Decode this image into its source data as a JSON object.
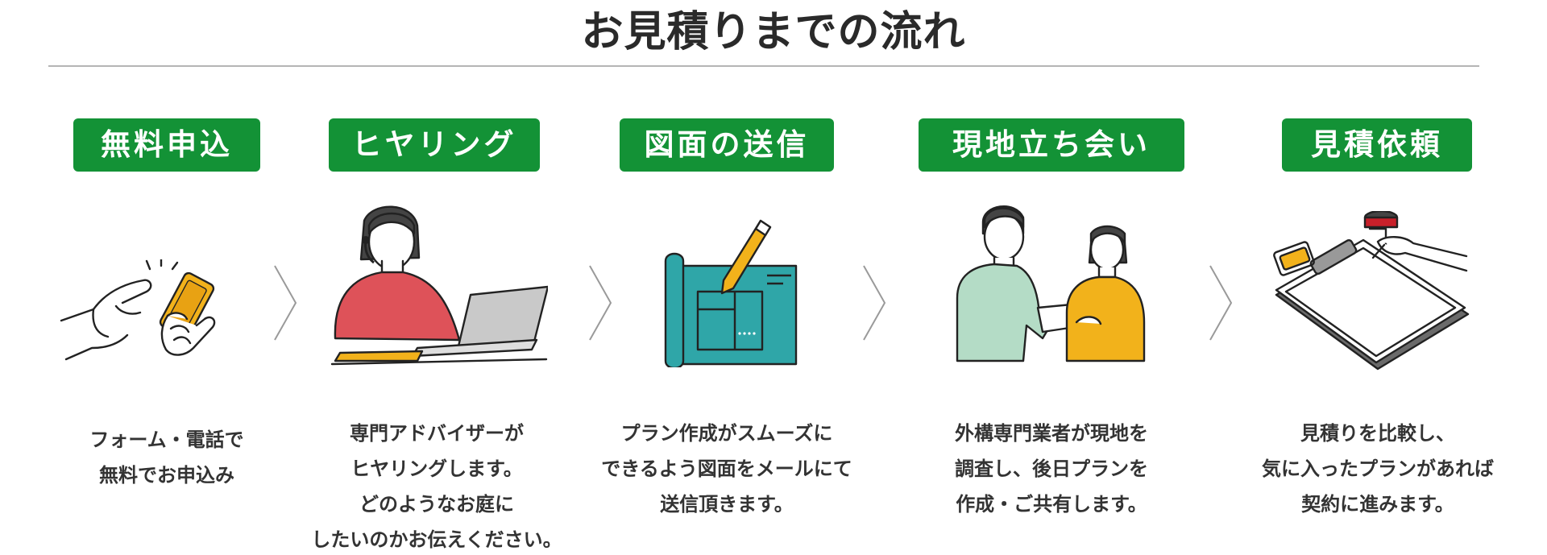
{
  "page": {
    "title": "お見積りまでの流れ"
  },
  "colors": {
    "badge_green": "#139236",
    "rule_gray": "#b5b5b5",
    "chevron_gray": "#9a9a9a"
  },
  "steps": [
    {
      "label": "無料申込",
      "icon": "smartphone-hand-icon",
      "lines": [
        "フォーム・電話で",
        "無料でお申込み"
      ]
    },
    {
      "label": "ヒヤリング",
      "icon": "headset-woman-laptop-icon",
      "lines": [
        "専門アドバイザーが",
        "ヒヤリングします。",
        "どのようなお庭に",
        "したいのかお伝えください。"
      ]
    },
    {
      "label": "図面の送信",
      "icon": "blueprint-pencil-icon",
      "lines": [
        "プラン作成がスムーズに",
        "できるよう図面をメールにて",
        "送信頂きます。"
      ]
    },
    {
      "label": "現地立ち会い",
      "icon": "onsite-meeting-icon",
      "lines": [
        "外構専門業者が現地を",
        "調査し、後日プランを",
        "作成・ご共有します。"
      ]
    },
    {
      "label": "見積依頼",
      "icon": "clipboard-stamp-icon",
      "lines": [
        "見積りを比較し、",
        "気に入ったプランがあれば",
        "契約に進みます。"
      ]
    }
  ]
}
